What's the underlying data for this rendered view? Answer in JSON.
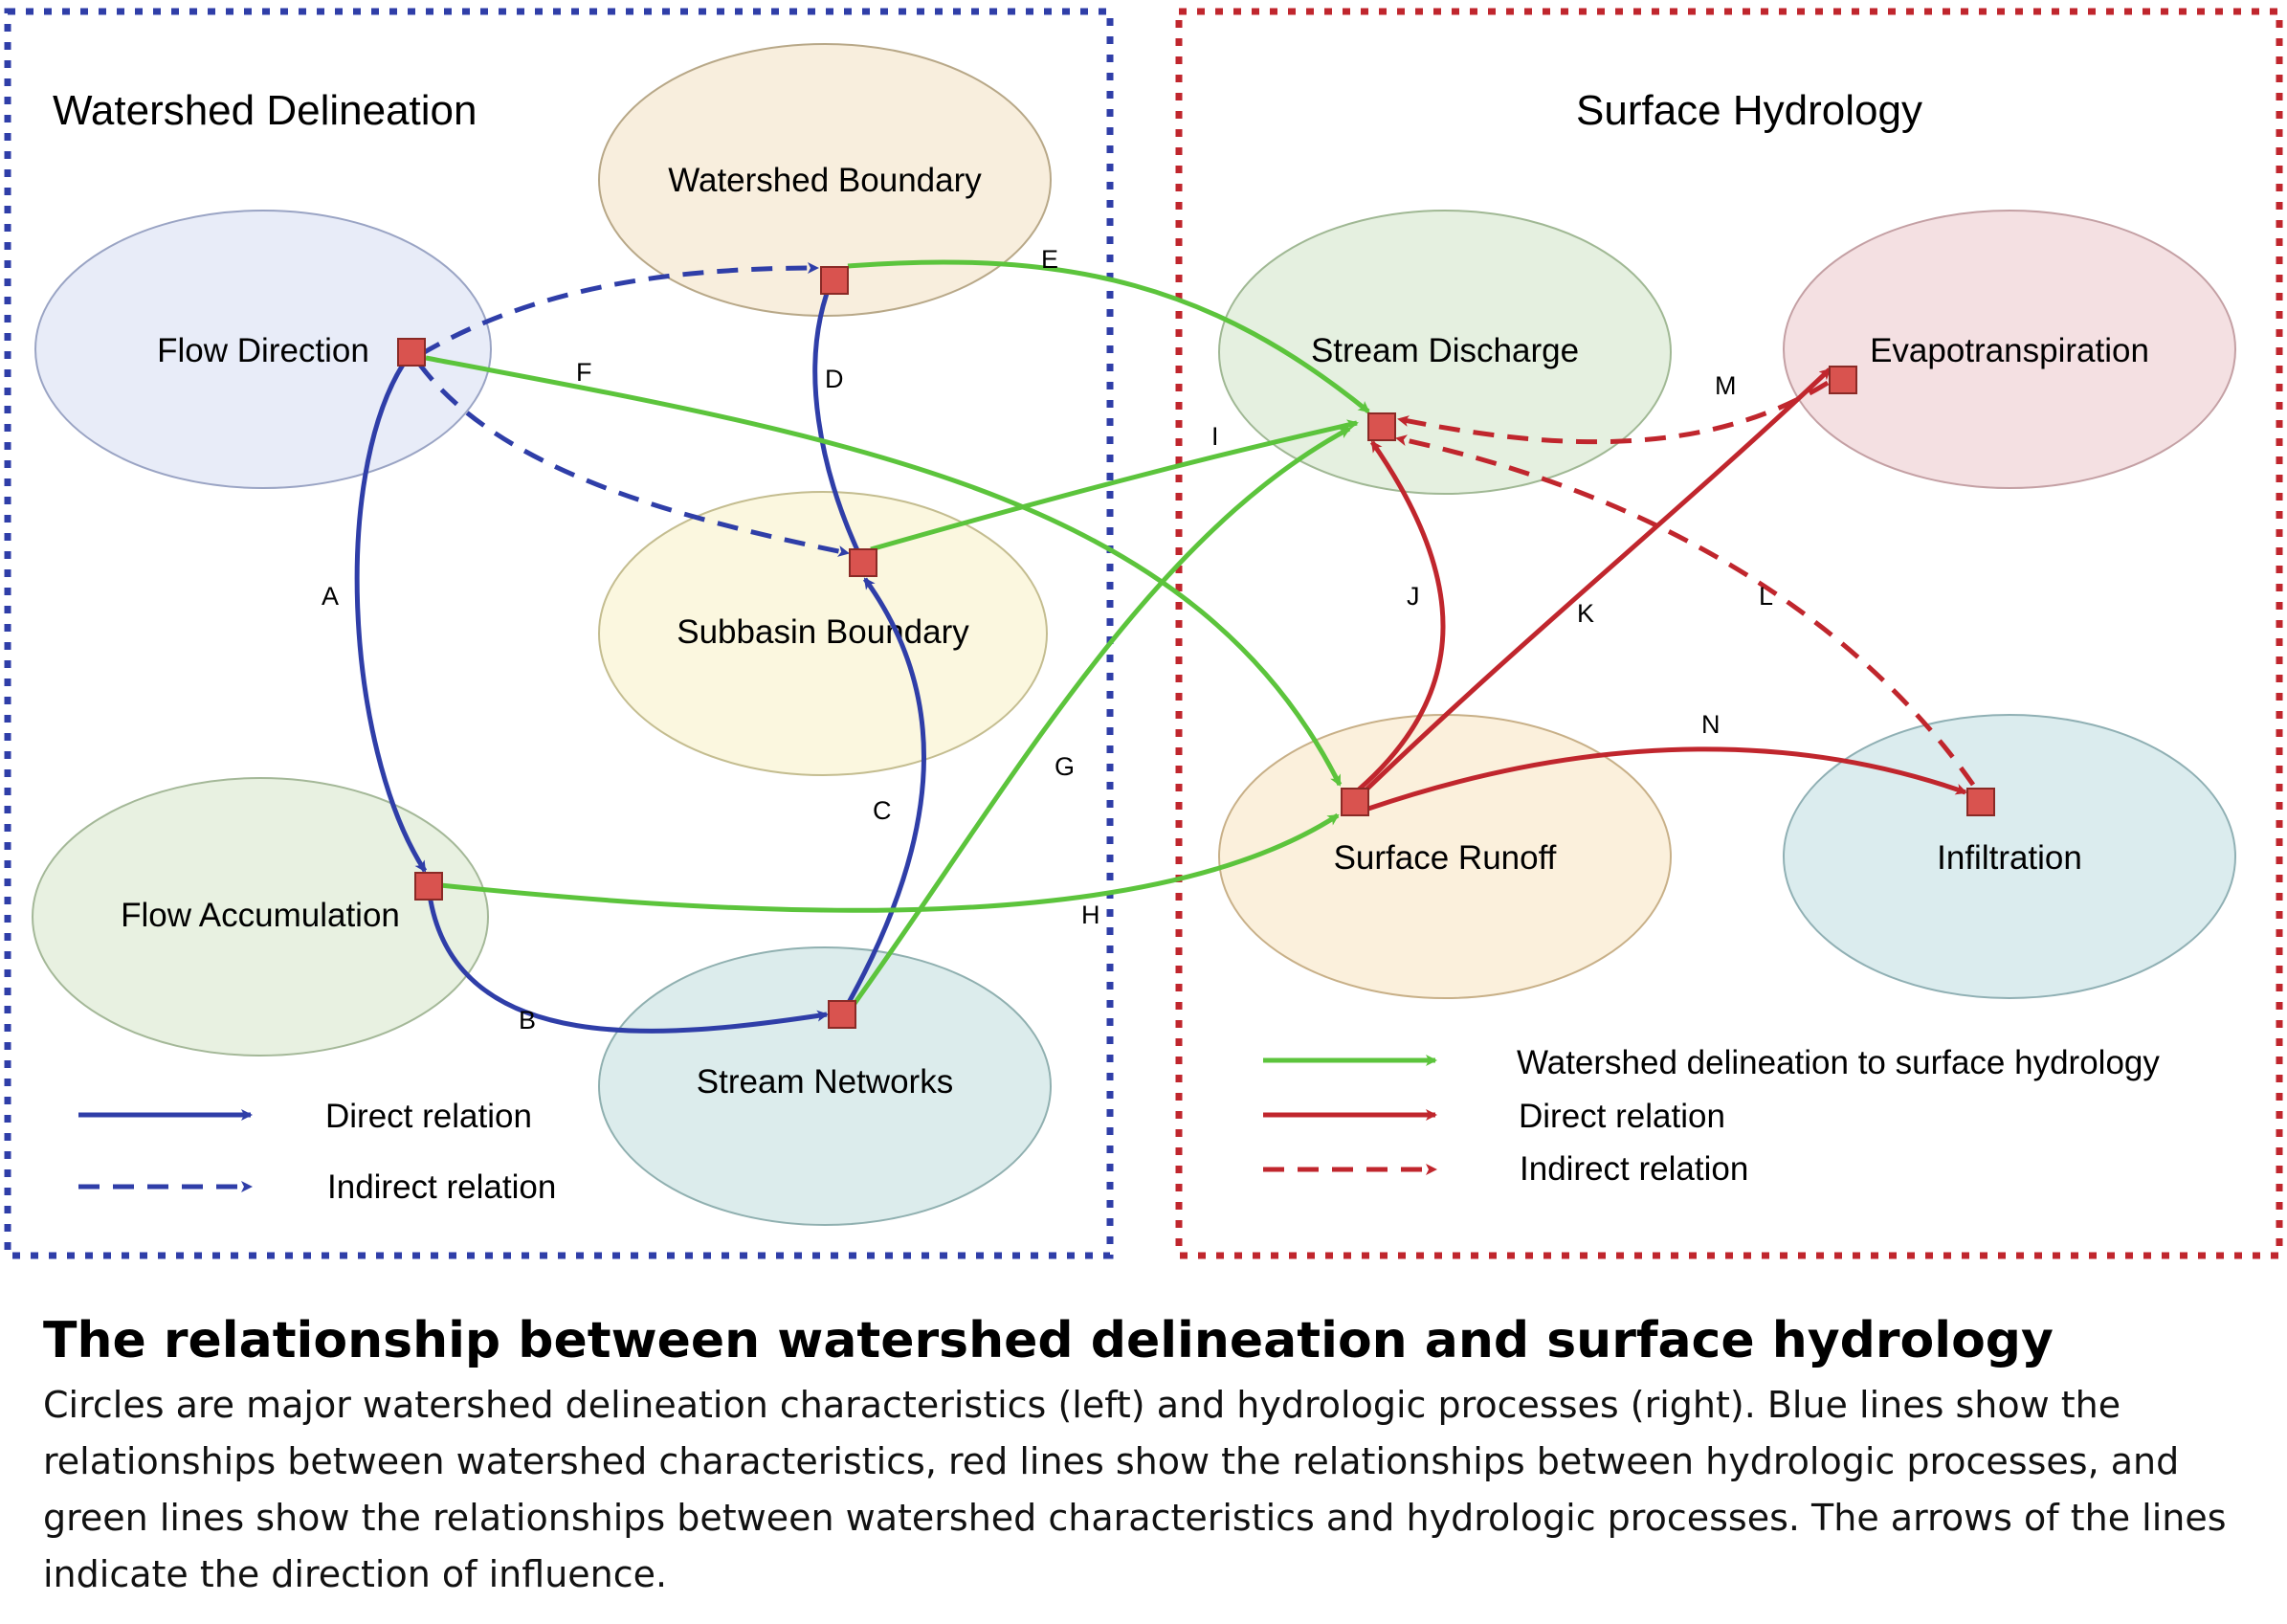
{
  "panels": {
    "left": {
      "title": "Watershed Delineation",
      "border_color": "#2f3ea8"
    },
    "right": {
      "title": "Surface Hydrology",
      "border_color": "#c0262d"
    }
  },
  "nodes": {
    "watershed_boundary": {
      "label": "Watershed Boundary",
      "fill": "#f8eedd",
      "stroke": "#b8a888"
    },
    "flow_direction": {
      "label": "Flow Direction",
      "fill": "#e8ecf8",
      "stroke": "#9aa4c4"
    },
    "subbasin_boundary": {
      "label": "Subbasin Boundary",
      "fill": "#fbf7df",
      "stroke": "#c4bd90"
    },
    "flow_accumulation": {
      "label": "Flow Accumulation",
      "fill": "#e8f1e1",
      "stroke": "#a4b898"
    },
    "stream_networks": {
      "label": "Stream Networks",
      "fill": "#dcecec",
      "stroke": "#90b0b0"
    },
    "stream_discharge": {
      "label": "Stream Discharge",
      "fill": "#e5f0e0",
      "stroke": "#a0b894"
    },
    "evapotranspiration": {
      "label": "Evapotranspiration",
      "fill": "#f4e0e2",
      "stroke": "#c4a0a4"
    },
    "surface_runoff": {
      "label": "Surface Runoff",
      "fill": "#fbf0dc",
      "stroke": "#c8b088"
    },
    "infiltration": {
      "label": "Infiltration",
      "fill": "#dbecee",
      "stroke": "#90b0b4"
    }
  },
  "edges": [
    {
      "id": "A",
      "label": "A",
      "from": "Flow Direction",
      "to": "Flow Accumulation",
      "kind": "direct",
      "color": "#2f3ea8"
    },
    {
      "id": "B",
      "label": "B",
      "from": "Flow Accumulation",
      "to": "Stream Networks",
      "kind": "direct",
      "color": "#2f3ea8"
    },
    {
      "id": "C",
      "label": "C",
      "from": "Stream Networks",
      "to": "Subbasin Boundary",
      "kind": "direct",
      "color": "#2f3ea8"
    },
    {
      "id": "D",
      "label": "D",
      "from": "Subbasin Boundary",
      "to": "Watershed Boundary",
      "kind": "direct",
      "color": "#2f3ea8"
    },
    {
      "id": "E",
      "label": "E",
      "from": "Watershed Boundary",
      "to": "Stream Discharge",
      "kind": "delineation-to-hydrology",
      "color": "#5cc43c"
    },
    {
      "id": "F",
      "label": "F",
      "from": "Flow Direction",
      "to": "Surface Runoff",
      "kind": "delineation-to-hydrology",
      "color": "#5cc43c"
    },
    {
      "id": "G",
      "label": "G",
      "from": "Stream Networks",
      "to": "Stream Discharge",
      "kind": "delineation-to-hydrology",
      "color": "#5cc43c"
    },
    {
      "id": "H",
      "label": "H",
      "from": "Flow Accumulation",
      "to": "Surface Runoff",
      "kind": "delineation-to-hydrology",
      "color": "#5cc43c"
    },
    {
      "id": "I",
      "label": "I",
      "from": "Subbasin Boundary",
      "to": "Stream Discharge",
      "kind": "delineation-to-hydrology",
      "color": "#5cc43c"
    },
    {
      "id": "J",
      "label": "J",
      "from": "Surface Runoff",
      "to": "Stream Discharge",
      "kind": "direct",
      "color": "#c0262d"
    },
    {
      "id": "K",
      "label": "K",
      "from": "Surface Runoff",
      "to": "Evapotranspiration",
      "kind": "direct",
      "color": "#c0262d"
    },
    {
      "id": "L",
      "label": "L",
      "from": "Infiltration",
      "to": "Stream Discharge",
      "kind": "indirect",
      "color": "#c0262d"
    },
    {
      "id": "M",
      "label": "M",
      "from": "Evapotranspiration",
      "to": "Stream Discharge",
      "kind": "indirect",
      "color": "#c0262d"
    },
    {
      "id": "N",
      "label": "N",
      "from": "Surface Runoff",
      "to": "Infiltration",
      "kind": "direct",
      "color": "#c0262d"
    },
    {
      "id": "FW",
      "from": "Flow Direction",
      "to": "Watershed Boundary",
      "kind": "indirect",
      "color": "#2f3ea8"
    },
    {
      "id": "FS",
      "from": "Flow Direction",
      "to": "Subbasin Boundary",
      "kind": "indirect",
      "color": "#2f3ea8"
    }
  ],
  "legend_left": {
    "direct": "Direct relation",
    "indirect": "Indirect relation"
  },
  "legend_right": {
    "delineation_to_hydrology": "Watershed delineation to surface hydrology",
    "direct": "Direct relation",
    "indirect": "Indirect relation"
  },
  "colors": {
    "blue": "#2f3ea8",
    "green": "#5cc43c",
    "red": "#c0262d",
    "connector": "#d9534f"
  },
  "caption": {
    "title": "The relationship between watershed delineation and surface hydrology",
    "body": "Circles are major watershed delineation characteristics (left) and hydrologic processes (right). Blue lines show the relationships between watershed characteristics, red lines show the relationships between hydrologic processes, and green lines show the relationships between watershed characteristics and hydrologic processes. The arrows of the lines indicate the direction of influence."
  }
}
